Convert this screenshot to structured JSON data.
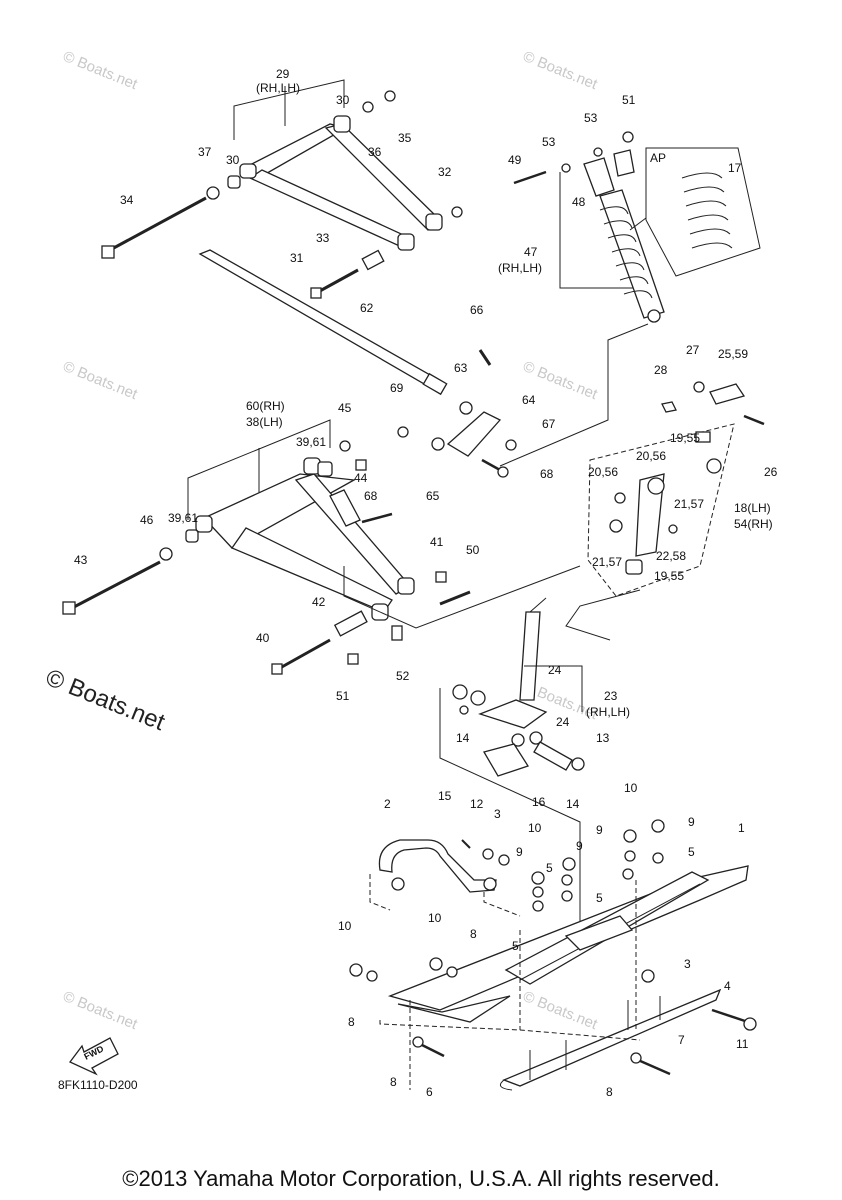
{
  "watermark": "© Boats.net",
  "watermark_big": "© Boats.net",
  "reference_code": "8FK1110-D200",
  "copyright": "©2013 Yamaha Motor Corporation, U.S.A. All rights reserved.",
  "fwd_label": "FWD",
  "inset_label": "AP",
  "callouts": [
    "1",
    "2",
    "3",
    "3",
    "4",
    "5",
    "5",
    "5",
    "5",
    "6",
    "7",
    "8",
    "8",
    "8",
    "8",
    "9",
    "9",
    "9",
    "9",
    "10",
    "10",
    "10",
    "10",
    "11",
    "12",
    "13",
    "14",
    "14",
    "15",
    "16",
    "17",
    "18(LH)",
    "54(RH)",
    "19,55",
    "19,55",
    "20,56",
    "20,56",
    "21,57",
    "21,57",
    "22,58",
    "23",
    "(RH,LH)",
    "24",
    "24",
    "25,59",
    "26",
    "27",
    "28",
    "29",
    "(RH,LH)",
    "30",
    "30",
    "31",
    "32",
    "33",
    "34",
    "35",
    "36",
    "37",
    "38(LH)",
    "60(RH)",
    "39,61",
    "39,61",
    "40",
    "41",
    "42",
    "43",
    "44",
    "45",
    "46",
    "47",
    "(RH,LH)",
    "48",
    "49",
    "50",
    "51",
    "51",
    "52",
    "53",
    "53",
    "62",
    "63",
    "64",
    "65",
    "66",
    "67",
    "68",
    "68",
    "69"
  ]
}
